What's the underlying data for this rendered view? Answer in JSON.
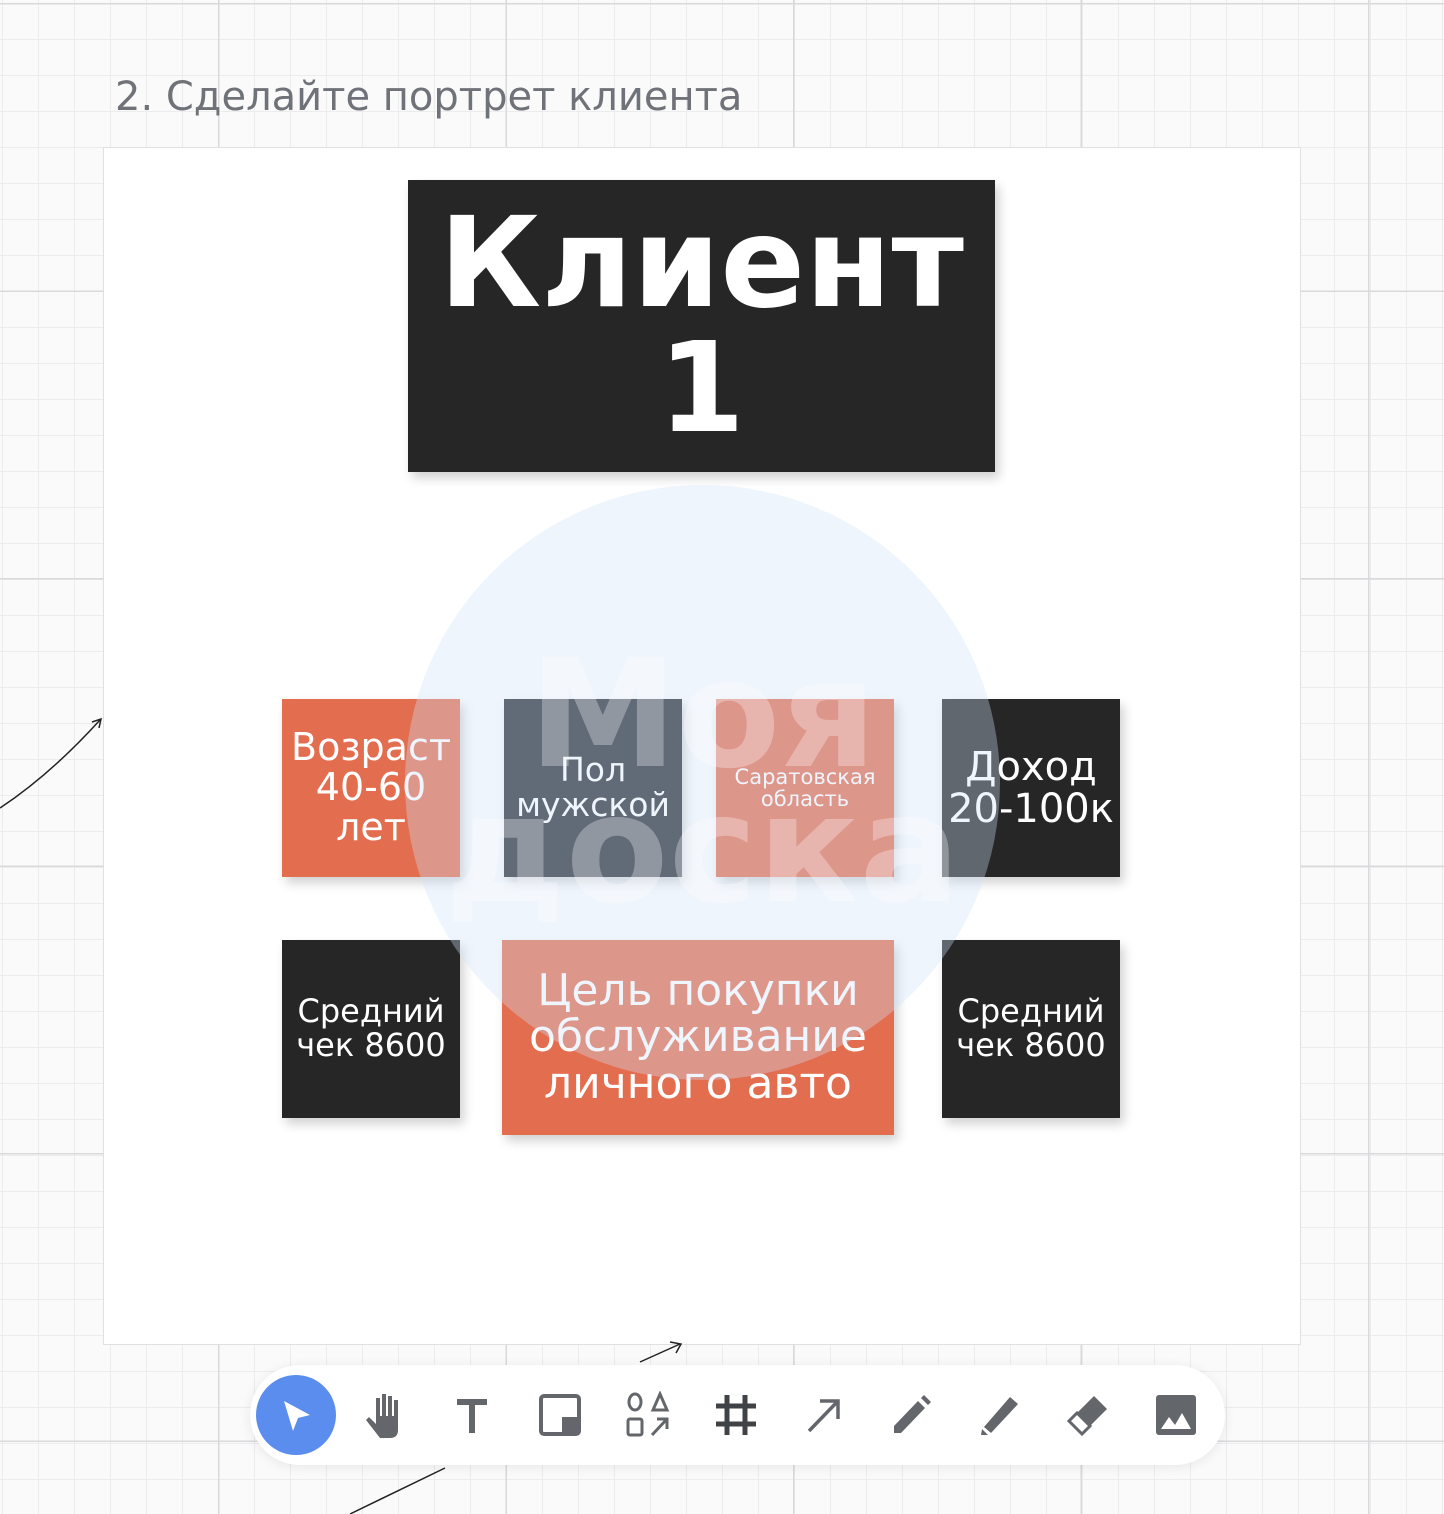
{
  "heading": "2. Сделайте портрет клиента",
  "title_note": "Клиент\n1",
  "notes": [
    {
      "text": "Возраст\n40-60\nлет",
      "color": "#e36d4f"
    },
    {
      "text": "Пол\nмужской",
      "color": "#262626"
    },
    {
      "text": "Саратовская\nобласть",
      "color": "#e36d4f"
    },
    {
      "text": "Доход\n20-100к",
      "color": "#262626"
    },
    {
      "text": "Средний\nчек 8600",
      "color": "#262626"
    },
    {
      "text": "Цель покупки\nобслуживание\nличного авто",
      "color": "#e36d4f"
    },
    {
      "text": "Средний\nчек 8600",
      "color": "#262626"
    }
  ],
  "watermark": "Моя\nдоска",
  "toolbar": {
    "active": "select",
    "accent": "#5b8def",
    "tools": [
      "select",
      "hand",
      "text",
      "sticky-note",
      "shapes",
      "frame",
      "arrow",
      "pen",
      "marker",
      "eraser",
      "image"
    ]
  }
}
